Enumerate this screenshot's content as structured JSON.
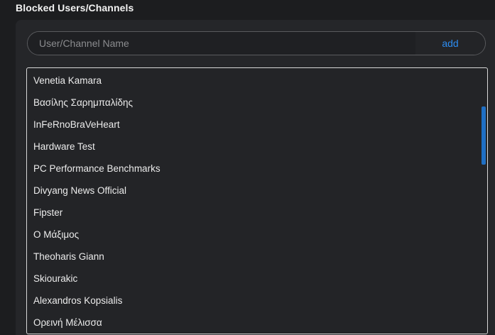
{
  "section": {
    "title": "Blocked Users/Channels"
  },
  "input": {
    "placeholder": "User/Channel Name",
    "value": ""
  },
  "add_button": {
    "label": "add"
  },
  "blocked_list": {
    "items": [
      "Venetia Kamara",
      "Βασίλης Σαρημπαλίδης",
      "InFeRnoBraVeHeart",
      "Hardware Test",
      "PC Performance Benchmarks",
      "Divyang News Official",
      "Fipster",
      "Ο Μάξιμος",
      "Theoharis Giann",
      "Skiourakic",
      "Alexandros Kopsialis",
      "Ορεινή Μέλισσα"
    ]
  },
  "colors": {
    "accent": "#2d8cf0",
    "scroll_thumb": "#1f6fc4",
    "background": "#1c1d1f",
    "panel": "#252629"
  }
}
